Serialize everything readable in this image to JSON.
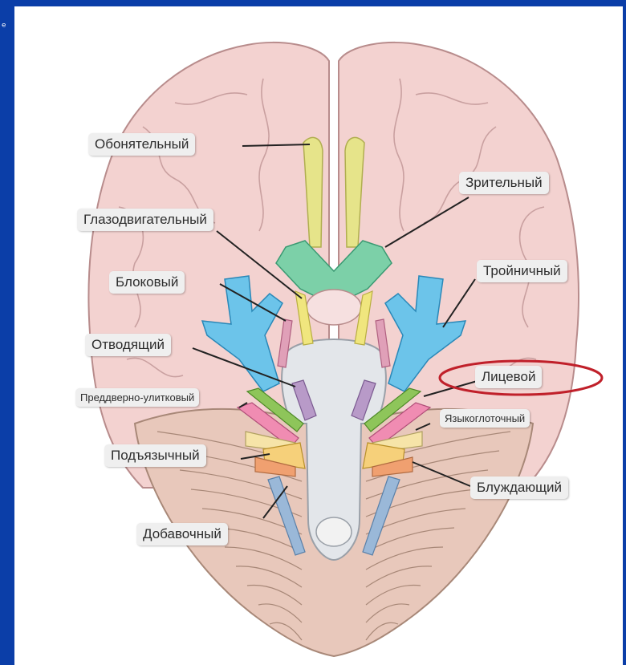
{
  "labels": {
    "olfactory": "Обонятельный",
    "optic": "Зрительный",
    "oculomotor": "Глазодвигательный",
    "trochlear": "Блоковый",
    "trigeminal": "Тройничный",
    "abducens": "Отводящий",
    "facial": "Лицевой",
    "vestibulocochlear": "Преддверно-улитковый",
    "glossopharyngeal": "Языкоглоточный",
    "hypoglossal": "Подъязычный",
    "vagus": "Блуждающий",
    "accessory": "Добавочный"
  },
  "colors": {
    "slide_border": "#0b3ea8",
    "brain": "#f3d2d0",
    "cerebellum": "#e8c8bb",
    "stem": "#e3e6ea",
    "olfactory": "#e6e48a",
    "optic": "#7cd0a8",
    "oculomotor": "#f0e67e",
    "trochlear": "#e0a0b8",
    "trigeminal": "#6cc4ea",
    "abducens": "#b89ac8",
    "facial": "#8ec55a",
    "vestibulocochlear": "#f08cb2",
    "glossopharyngeal": "#f6e4a8",
    "hypoglossal": "#f6d07a",
    "vagus": "#f0a070",
    "accessory": "#9ab8d8",
    "highlight_ellipse": "#c0202a"
  },
  "highlighted": "facial"
}
